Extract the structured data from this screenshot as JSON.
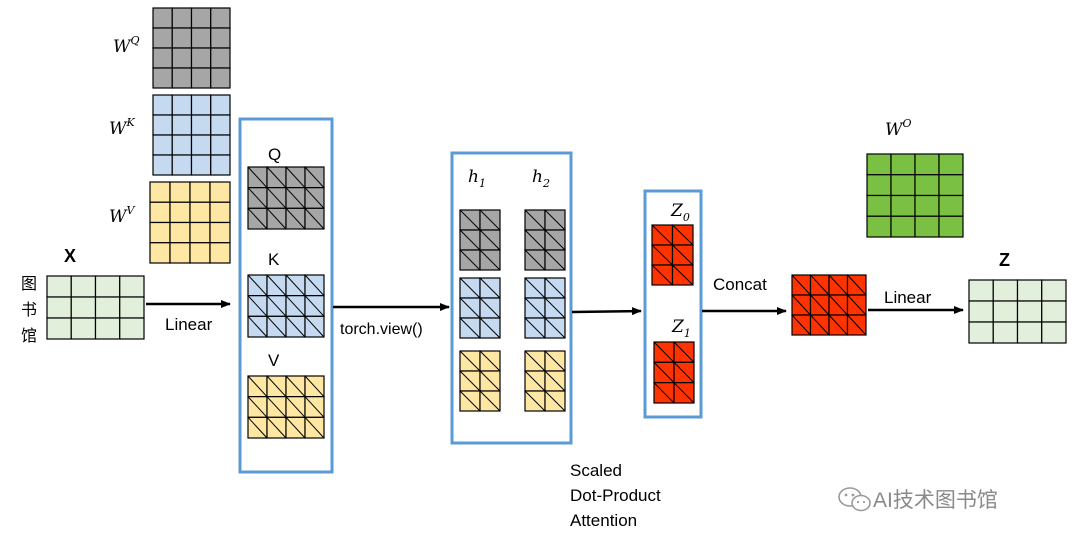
{
  "labels": {
    "wq_base": "W",
    "wq_sup": "Q",
    "wk_base": "W",
    "wk_sup": "K",
    "wv_base": "W",
    "wv_sup": "V",
    "wo_base": "W",
    "wo_sup": "O",
    "x": "X",
    "x_side": [
      "图",
      "书",
      "馆"
    ],
    "linear_1": "Linear",
    "q": "Q",
    "k": "K",
    "v": "V",
    "torch_view": "torch.view()",
    "h1_base": "h",
    "h1_sub": "1",
    "h2_base": "h",
    "h2_sub": "2",
    "z0_base": "Z",
    "z0_sub": "0",
    "z1_base": "Z",
    "z1_sub": "1",
    "concat": "Concat",
    "linear_2": "Linear",
    "z": "Z",
    "attention": [
      "Scaled",
      "Dot-Product",
      "Attention"
    ]
  },
  "watermark": {
    "text": "AI技术图书馆",
    "icon": "wechat-icon"
  },
  "colors": {
    "gray": "#a6a6a6",
    "blue": "#c5daf0",
    "yellow": "#fde7a3",
    "green_light": "#e2efda",
    "green": "#7ac143",
    "red": "#ff3300",
    "frame": "#5b9bd5",
    "line": "#000000"
  }
}
